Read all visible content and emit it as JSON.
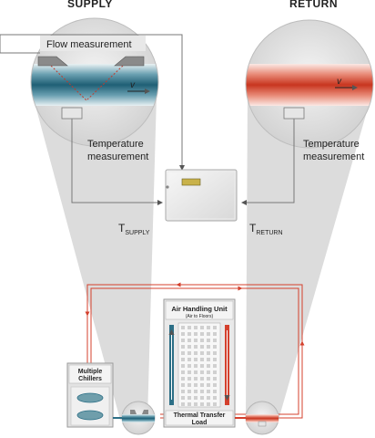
{
  "supply_heading": "SUPPLY",
  "return_heading": "RETURN",
  "flow_measurement_label": "Flow measurement",
  "velocity_symbol": "v",
  "supply_temp_label_line1": "Temperature",
  "supply_temp_label_line2": "measurement",
  "return_temp_label_line1": "Temperature",
  "return_temp_label_line2": "measurement",
  "t_supply_symbol": "T",
  "t_supply_subscript": "SUPPLY",
  "t_return_symbol": "T",
  "t_return_subscript": "RETURN",
  "ahu_title": "Air Handling Unit",
  "ahu_subtitle": "(Air to Floors)",
  "chillers_label_line1": "Multiple",
  "chillers_label_line2": "Chillers",
  "load_label_line1": "Thermal Transfer",
  "load_label_line2": "Load",
  "colors": {
    "supply_pipe": "#2c6f86",
    "return_pipe": "#d4402d",
    "loop_line": "#d4402d",
    "cone_fill": "#d9d9d9"
  }
}
